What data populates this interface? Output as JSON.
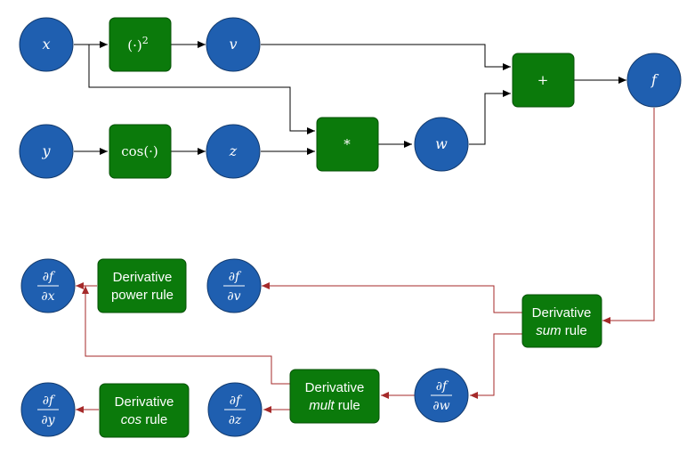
{
  "colors": {
    "circle_fill": "#1f5fb0",
    "circle_stroke": "#123a6e",
    "box_fill": "#0b7a0b",
    "box_stroke": "#055005",
    "forward_edge": "#000000",
    "backward_edge": "#a52a2a"
  },
  "forward": {
    "x": "x",
    "y": "y",
    "v": "v",
    "z": "z",
    "w": "w",
    "f": "f",
    "square_op": "(·)",
    "square_exp": "2",
    "cos_op": "cos(·)",
    "mult_op": "*",
    "sum_op": "+"
  },
  "backward": {
    "partial_numerator": "∂f",
    "dfdx_den": "∂x",
    "dfdv_den": "∂v",
    "dfdy_den": "∂y",
    "dfdz_den": "∂z",
    "dfdw_den": "∂w",
    "power_rule_line1": "Derivative",
    "power_rule_line2": "power rule",
    "sum_rule_line1": "Derivative",
    "sum_rule_word": "sum",
    "sum_rule_suffix": " rule",
    "mult_rule_line1": "Derivative",
    "mult_rule_word": "mult",
    "mult_rule_suffix": " rule",
    "cos_rule_line1": "Derivative",
    "cos_rule_word": "cos",
    "cos_rule_suffix": " rule"
  }
}
